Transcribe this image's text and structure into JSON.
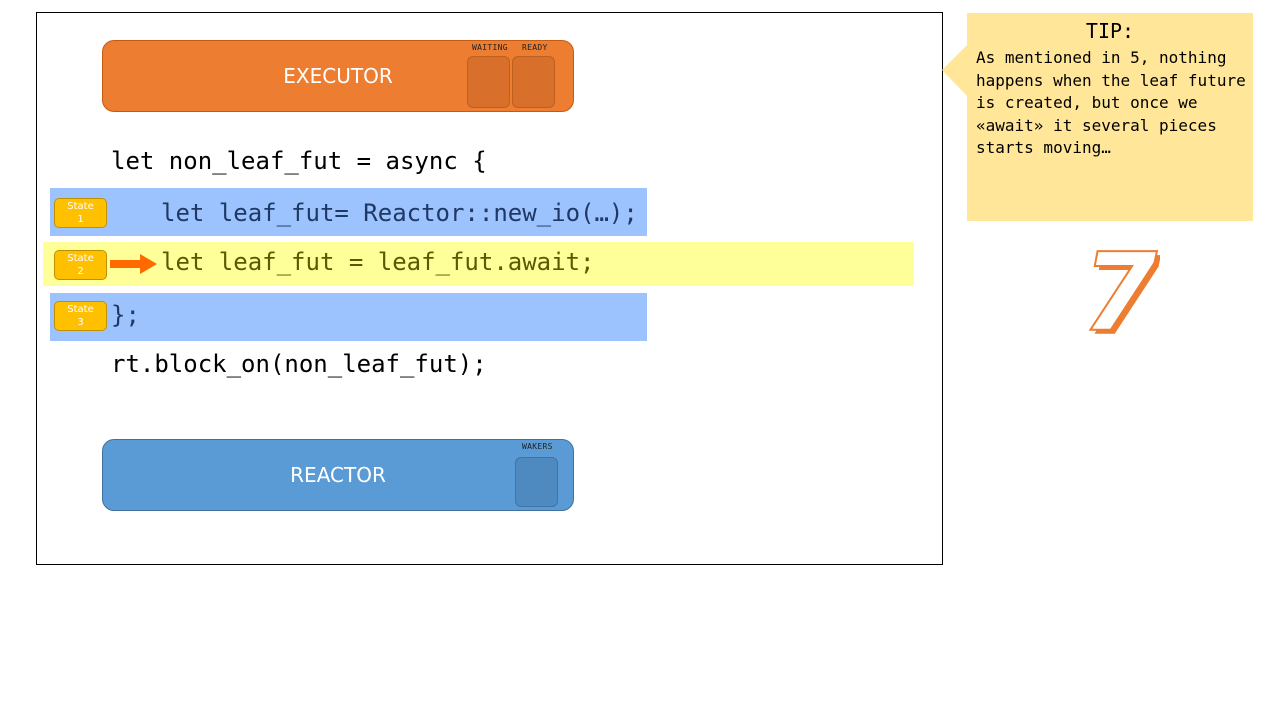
{
  "executor": {
    "label": "EXECUTOR",
    "slots": [
      "WAITING",
      "READY"
    ],
    "color": "#ED7D31"
  },
  "reactor": {
    "label": "REACTOR",
    "slots": [
      "WAKERS"
    ],
    "color": "#5B9BD5"
  },
  "code": {
    "line_open": "let non_leaf_fut = async {",
    "line_state1": "let leaf_fut= Reactor::new_io(…);",
    "line_state2": "let leaf_fut = leaf_fut.await;",
    "line_state3": "};",
    "line_block": "rt.block_on(non_leaf_fut);"
  },
  "states": [
    {
      "line1": "State",
      "line2": "1"
    },
    {
      "line1": "State",
      "line2": "2"
    },
    {
      "line1": "State",
      "line2": "3"
    }
  ],
  "tip": {
    "title": "TIP:",
    "text": "As mentioned in 5, nothing happens when the leaf future is created, but once we «await» it several pieces starts moving…"
  },
  "step_number": "7",
  "colors": {
    "band_blue": "#9DC3FF",
    "band_yellow": "#FFFF99",
    "state_badge": "#FFC000",
    "arrow": "#FF6A00",
    "tip_bg": "#FFE699",
    "number_outline": "#ED7D31"
  }
}
